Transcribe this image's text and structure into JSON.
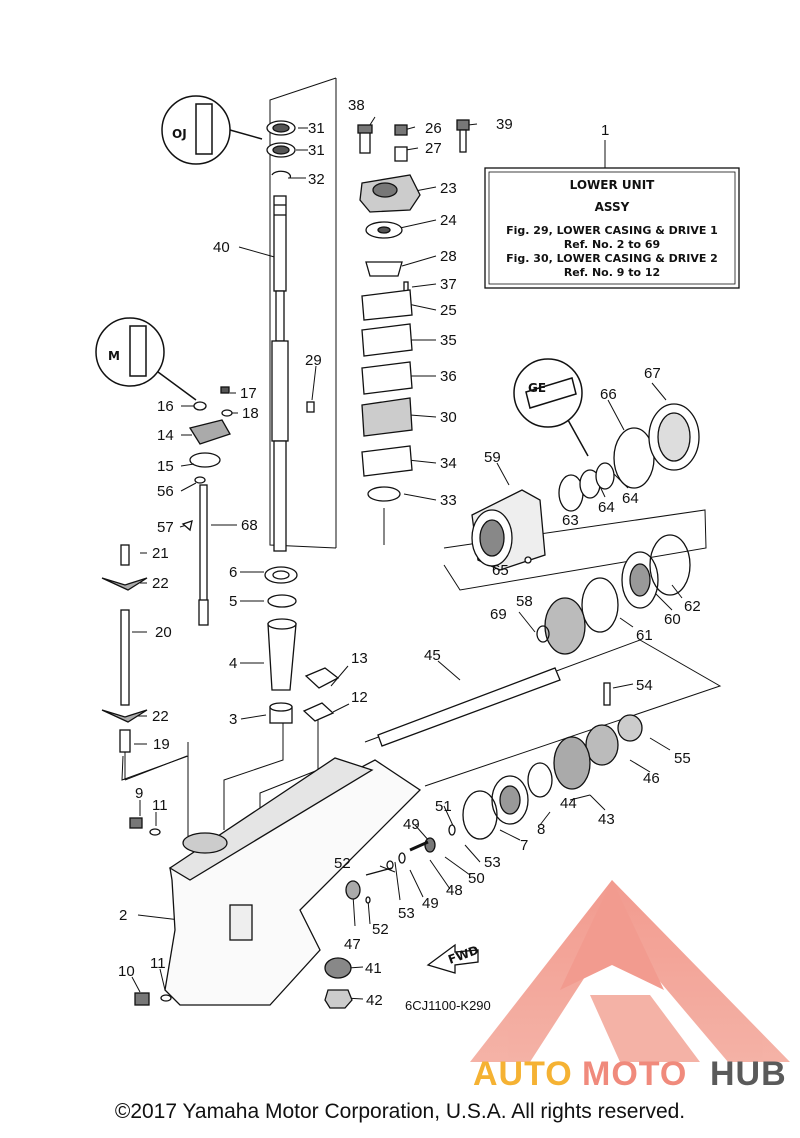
{
  "info_box": {
    "ref_number": "1",
    "title": "LOWER UNIT",
    "subtitle": "ASSY",
    "line1": "Fig. 29, LOWER CASING & DRIVE 1",
    "line2": "Ref. No. 2 to 69",
    "line3": "Fig. 30, LOWER CASING & DRIVE 2",
    "line4": "Ref. No. 9 to 12"
  },
  "part_labels": {
    "p31a": "31",
    "p31b": "31",
    "p32": "32",
    "p40": "40",
    "p29": "29",
    "p38": "38",
    "p26": "26",
    "p39": "39",
    "p27": "27",
    "p23": "23",
    "p24": "24",
    "p28": "28",
    "p37": "37",
    "p25": "25",
    "p35": "35",
    "p36": "36",
    "p30": "30",
    "p34": "34",
    "p33": "33",
    "p16": "16",
    "p17": "17",
    "p18": "18",
    "p14": "14",
    "p15": "15",
    "p56": "56",
    "p57": "57",
    "p68": "68",
    "p21": "21",
    "p22a": "22",
    "p20": "20",
    "p22b": "22",
    "p19": "19",
    "p6": "6",
    "p5": "5",
    "p4": "4",
    "p13": "13",
    "p12": "12",
    "p3": "3",
    "p9": "9",
    "p11a": "11",
    "p2": "2",
    "p10": "10",
    "p11b": "11",
    "p67": "67",
    "p66": "66",
    "p59": "59",
    "p63": "63",
    "p64a": "64",
    "p64b": "64",
    "p65": "65",
    "p62": "62",
    "p58": "58",
    "p69": "69",
    "p61": "61",
    "p60": "60",
    "p45": "45",
    "p54": "54",
    "p55": "55",
    "p46": "46",
    "p44": "44",
    "p43": "43",
    "p8": "8",
    "p7": "7",
    "p51": "51",
    "p49a": "49",
    "p53a": "53",
    "p50": "50",
    "p48": "48",
    "p49b": "49",
    "p53b": "53",
    "p52a": "52",
    "p52b": "52",
    "p47": "47",
    "p41": "41",
    "p42": "42",
    "p1": "1"
  },
  "lubricant_symbols": {
    "s1": "OJ",
    "s2": "M",
    "s3": "GE"
  },
  "fwd_label": "FWD",
  "diagram_code": "6CJ1100-K290",
  "copyright": "©2017 Yamaha Motor Corporation, U.S.A. All rights reserved.",
  "watermark": {
    "part1": "AUTO",
    "part2": "MOTO",
    "part3": "HUB",
    "colors": {
      "auto": "#f5b233",
      "moto": "#f08a7c",
      "hub": "#5a5a5a"
    }
  }
}
